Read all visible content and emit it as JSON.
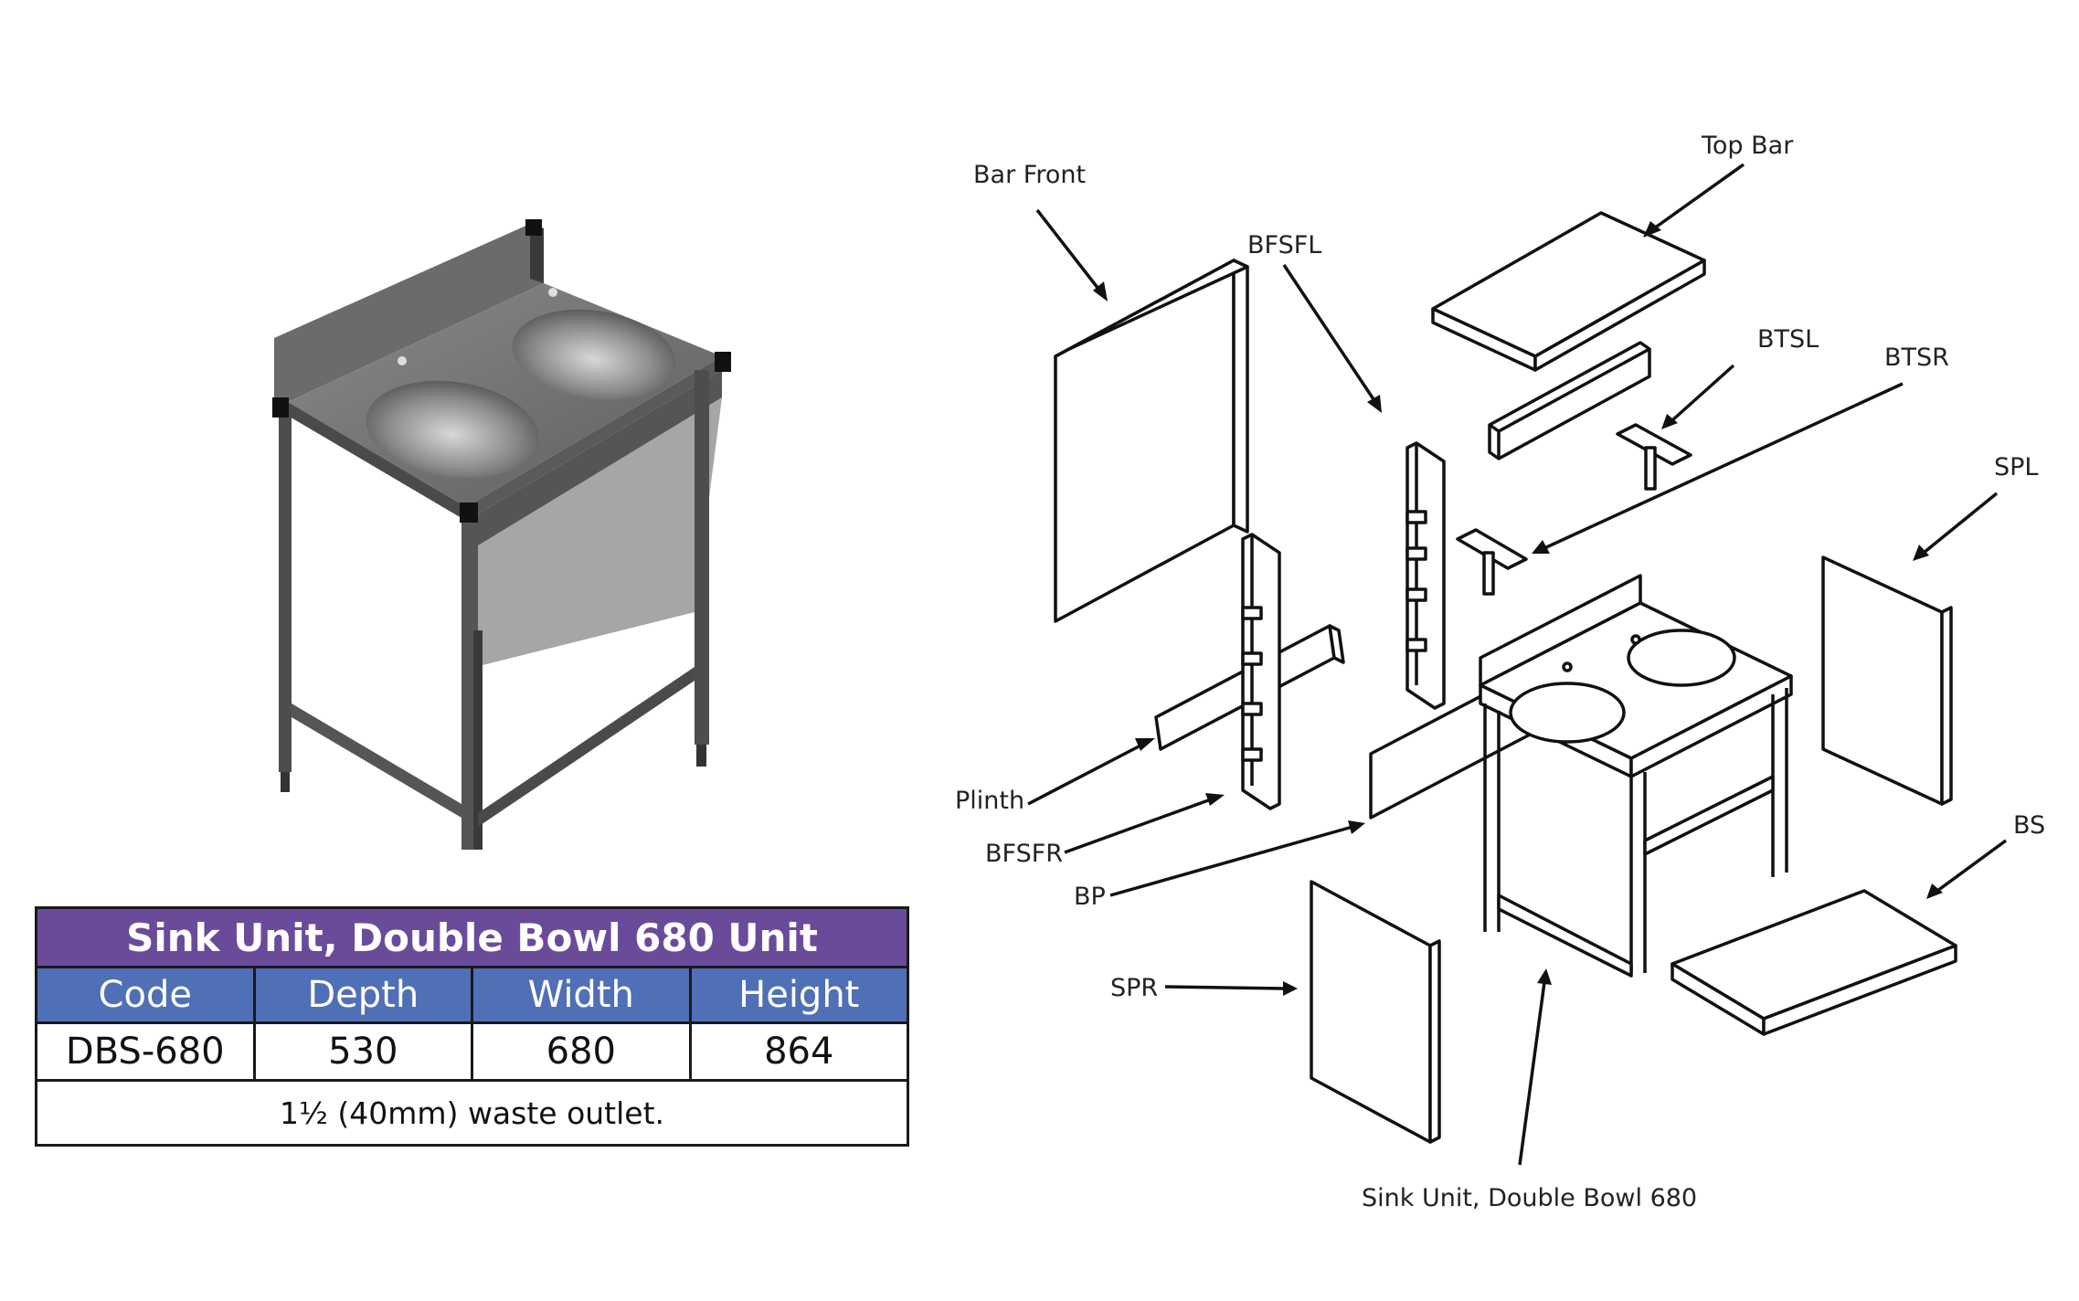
{
  "spec": {
    "title": "Sink Unit, Double Bowl 680 Unit",
    "headers": [
      "Code",
      "Depth",
      "Width",
      "Height"
    ],
    "row": [
      "DBS-680",
      "530",
      "680",
      "864"
    ],
    "note": "1¹⁄₂ (40mm) waste outlet."
  },
  "diagram": {
    "labels": {
      "bar_front": "Bar Front",
      "top_bar": "Top Bar",
      "bfsfl": "BFSFL",
      "btsl": "BTSL",
      "btsr": "BTSR",
      "spl": "SPL",
      "plinth": "Plinth",
      "bfsfr": "BFSFR",
      "bp": "BP",
      "bs": "BS",
      "spr": "SPR",
      "sink_unit": "Sink Unit, Double Bowl 680"
    }
  }
}
